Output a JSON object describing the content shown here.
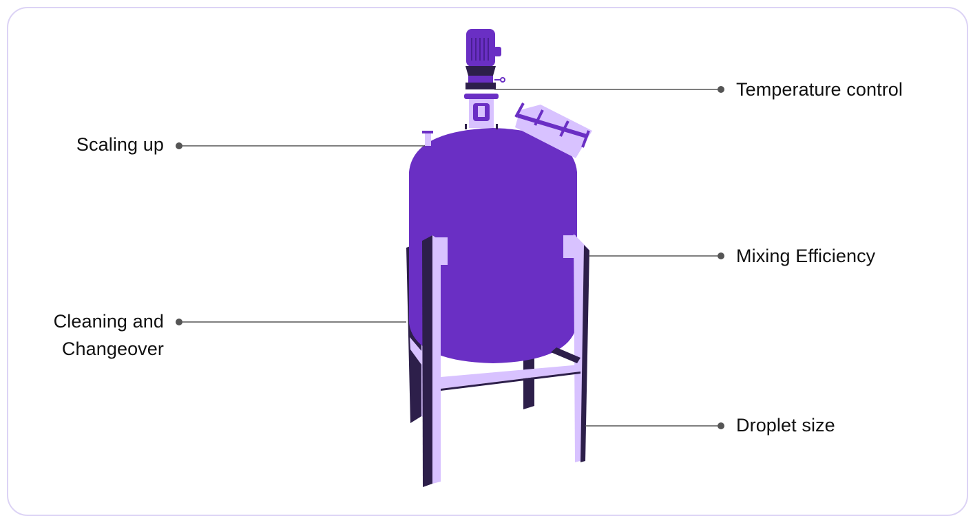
{
  "diagram": {
    "subject": "mixing-vessel",
    "colors": {
      "tank": "#6a2fc4",
      "tank_dark": "#2d1f4a",
      "accent_light": "#d8c2ff",
      "leader_line": "#555555",
      "frame_border": "#dcd3f5"
    },
    "labels": {
      "temperature_control": "Temperature control",
      "scaling_up": "Scaling up",
      "mixing_efficiency": "Mixing Efficiency",
      "cleaning_line1": "Cleaning and",
      "cleaning_line2": "Changeover",
      "droplet_size": "Droplet size"
    }
  }
}
